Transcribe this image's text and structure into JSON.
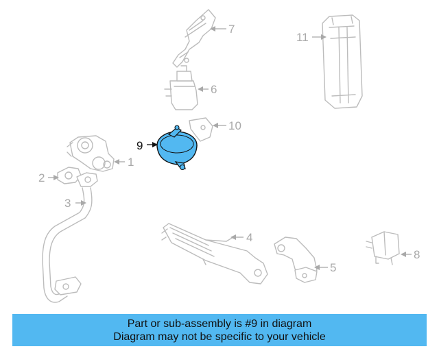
{
  "diagram": {
    "callouts": [
      "1",
      "2",
      "3",
      "4",
      "5",
      "6",
      "7",
      "8",
      "9",
      "10",
      "11"
    ],
    "highlighted_part": "9",
    "highlight_color": "#52b8f1",
    "muted_color": "#bcbcbc"
  },
  "banner": {
    "line1": "Part or sub-assembly is #9 in diagram",
    "line2": "Diagram may not be specific to your vehicle",
    "background": "#52b8f1"
  }
}
